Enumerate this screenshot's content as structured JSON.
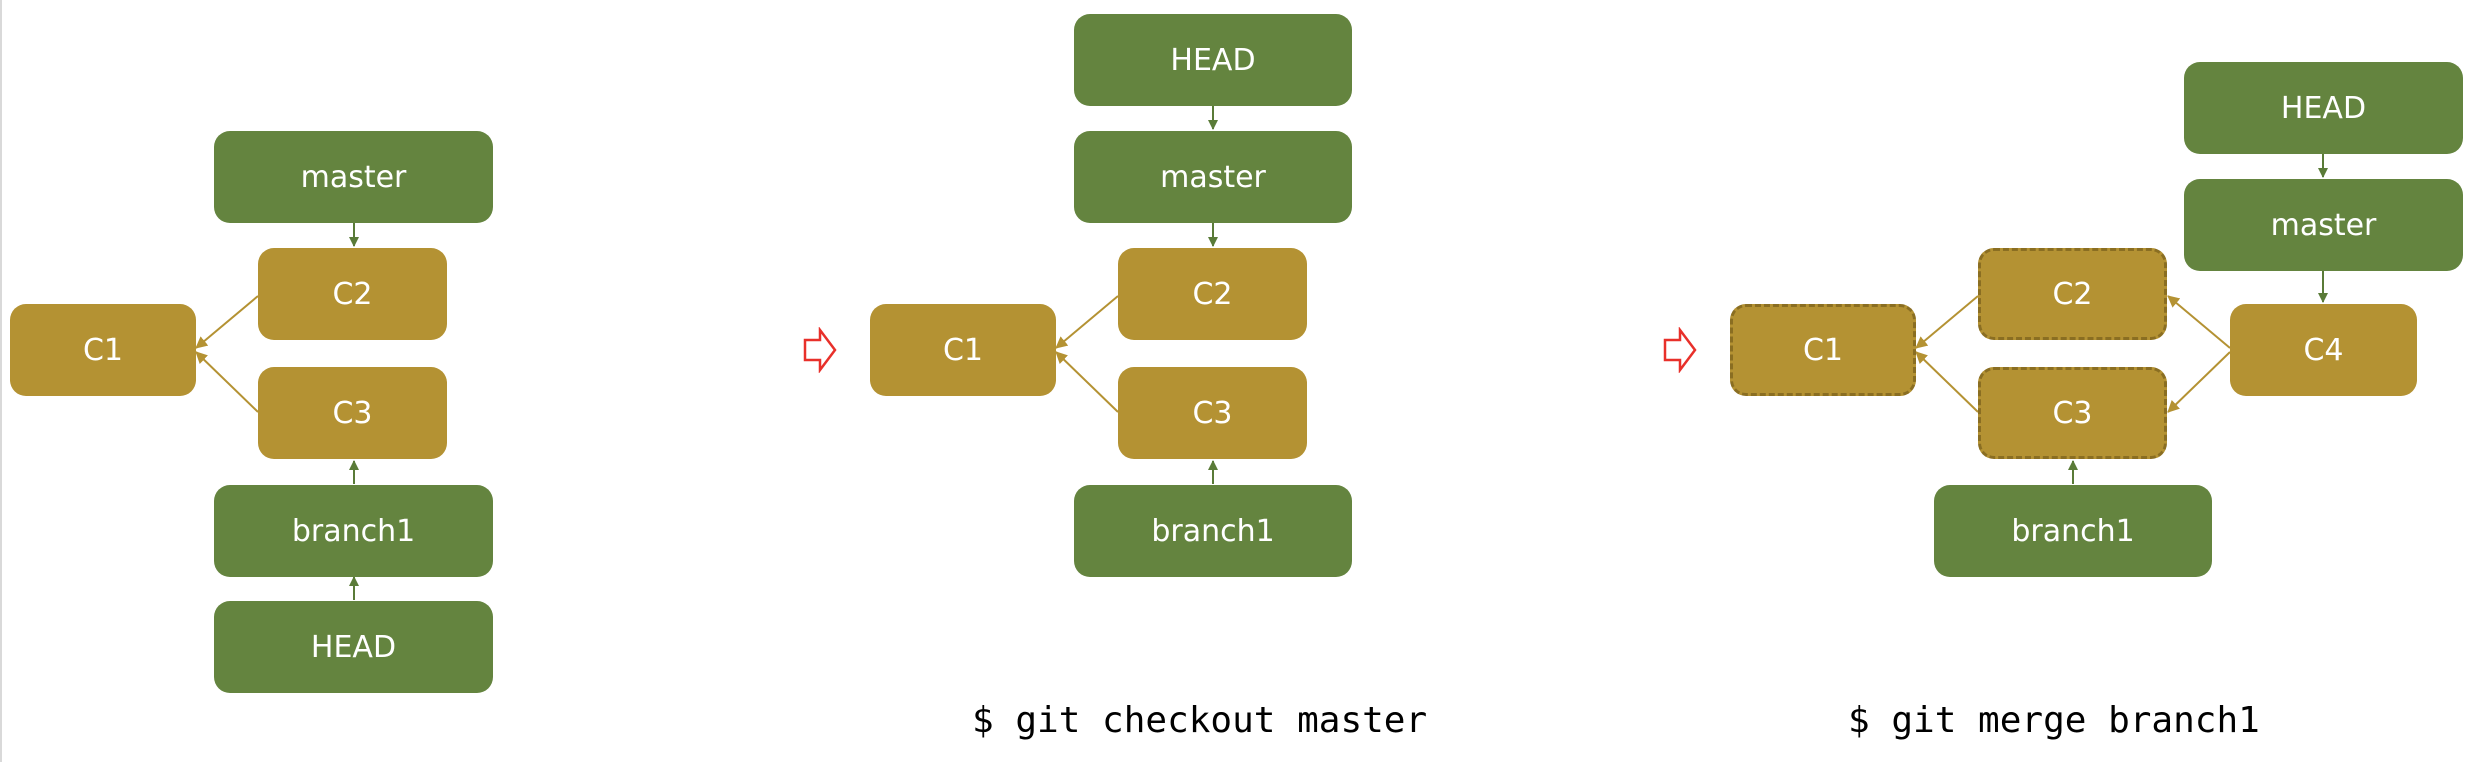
{
  "panels": [
    {
      "refs": {
        "master": "master",
        "branch1": "branch1",
        "head": "HEAD"
      },
      "commits": {
        "c1": "C1",
        "c2": "C2",
        "c3": "C3"
      },
      "command": ""
    },
    {
      "refs": {
        "head": "HEAD",
        "master": "master",
        "branch1": "branch1"
      },
      "commits": {
        "c1": "C1",
        "c2": "C2",
        "c3": "C3"
      },
      "command": "$ git checkout master"
    },
    {
      "refs": {
        "head": "HEAD",
        "master": "master",
        "branch1": "branch1"
      },
      "commits": {
        "c1": "C1",
        "c2": "C2",
        "c3": "C3",
        "c4": "C4"
      },
      "command": "$ git merge branch1"
    }
  ],
  "colors": {
    "ref_fill": "#64843f",
    "commit_fill": "#b49233",
    "ref_edge": "#5a7b38",
    "commit_edge": "#b49233",
    "transition_arrow": "#e8302a"
  },
  "icons": {
    "transition": "right-arrow-outline-icon"
  }
}
